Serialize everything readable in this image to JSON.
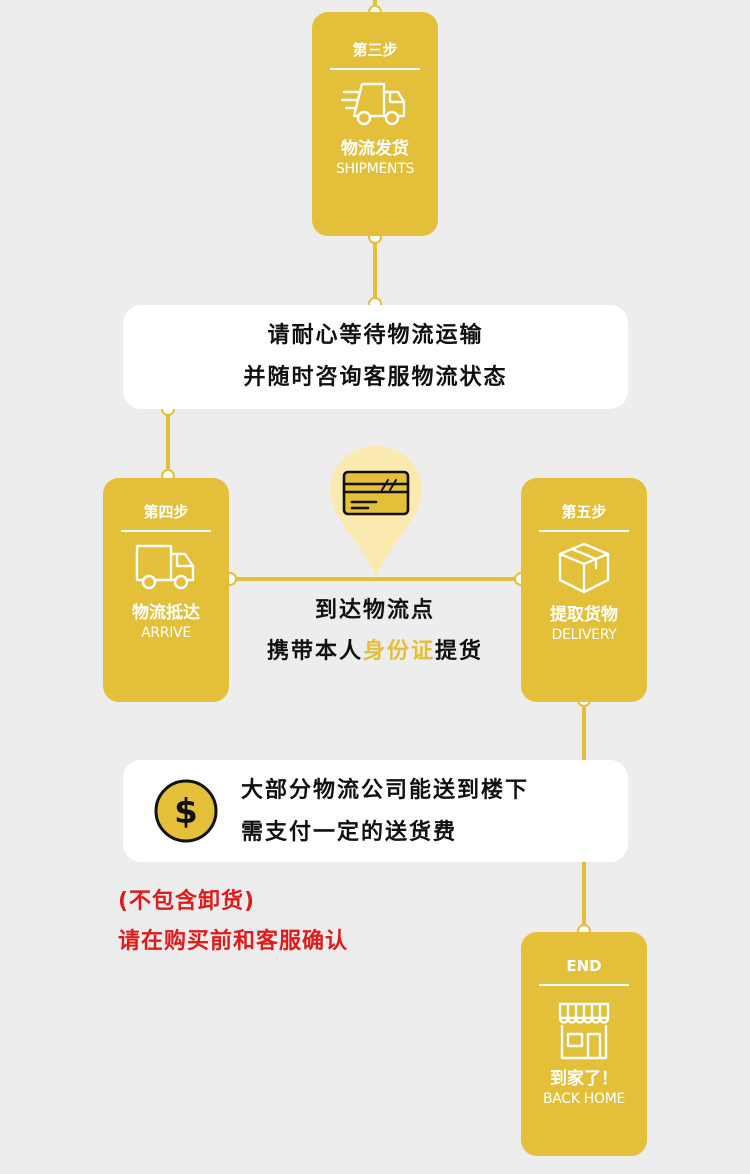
{
  "steps": {
    "three": {
      "title": "第三步",
      "cn": "物流发货",
      "en": "SHIPMENTS",
      "icon": "fast-truck-icon"
    },
    "four": {
      "title": "第四步",
      "cn": "物流抵达",
      "en": "ARRIVE",
      "icon": "truck-icon"
    },
    "five": {
      "title": "第五步",
      "cn": "提取货物",
      "en": "DELIVERY",
      "icon": "package-box-icon"
    },
    "end": {
      "title": "END",
      "cn": "到家了！",
      "en": "BACK HOME",
      "icon": "storefront-icon"
    }
  },
  "notice_wait": {
    "line1": "请耐心等待物流运输",
    "line2": "并随时咨询客服物流状态"
  },
  "arrive_point": {
    "line1": "到达物流点",
    "line2_prefix": "携带本人",
    "line2_highlight": "身份证",
    "line2_suffix": "提货",
    "icon": "id-card-icon"
  },
  "notice_fee": {
    "line1": "大部分物流公司能送到楼下",
    "line2": "需支付一定的送货费",
    "icon": "dollar-coin-icon"
  },
  "red_note": {
    "line1": "(不包含卸货)",
    "line2": "请在购买前和客服确认"
  },
  "colors": {
    "accent": "#e3bf3a",
    "background": "#ededed",
    "warning": "#e21a1a",
    "pin": "#fbeab0"
  }
}
